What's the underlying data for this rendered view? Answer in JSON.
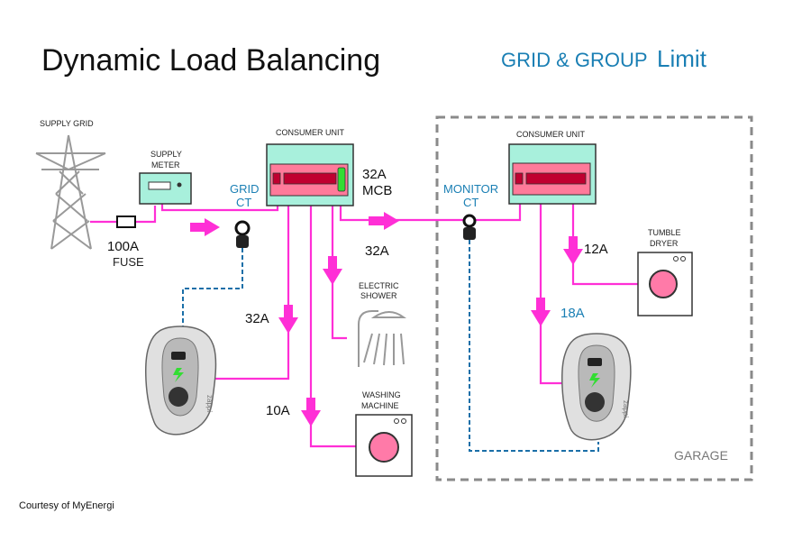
{
  "title": "Dynamic Load Balancing",
  "subtitle": {
    "prefix": "GRID & GROUP",
    "suffix": "Limit"
  },
  "labels": {
    "supply_grid": "SUPPLY GRID",
    "supply_meter_1": "SUPPLY",
    "supply_meter_2": "METER",
    "fuse_value": "100A",
    "fuse_label": "FUSE",
    "grid_ct_1": "GRID",
    "grid_ct_2": "CT",
    "consumer_unit_main": "CONSUMER UNIT",
    "mcb_value": "32A",
    "mcb_label": "MCB",
    "monitor_ct_1": "MONITOR",
    "monitor_ct_2": "CT",
    "consumer_unit_garage": "CONSUMER UNIT",
    "feed_32a": "32A",
    "charger_32a": "32A",
    "shower_1": "ELECTRIC",
    "shower_2": "SHOWER",
    "washer_1": "WASHING",
    "washer_2": "MACHINE",
    "washer_amps": "10A",
    "dryer_1": "TUMBLE",
    "dryer_2": "DRYER",
    "dryer_amps": "12A",
    "garage_charger_amps": "18A",
    "garage": "GARAGE",
    "charger_brand": "zappi",
    "credit": "Courtesy of MyEnergi"
  },
  "colors": {
    "wire": "#ff2fd6",
    "ct_link": "#1a6fa8",
    "accent_blue": "#1a7fb4",
    "unit_fill": "#a8f0dc",
    "breaker": "#c00030",
    "mcb_led": "#33dd33"
  },
  "icons": [
    "pylon-icon",
    "meter-icon",
    "fuse-icon",
    "ct-clamp-icon",
    "shower-icon",
    "washing-machine-icon",
    "ev-charger-icon",
    "arrow-icon"
  ]
}
